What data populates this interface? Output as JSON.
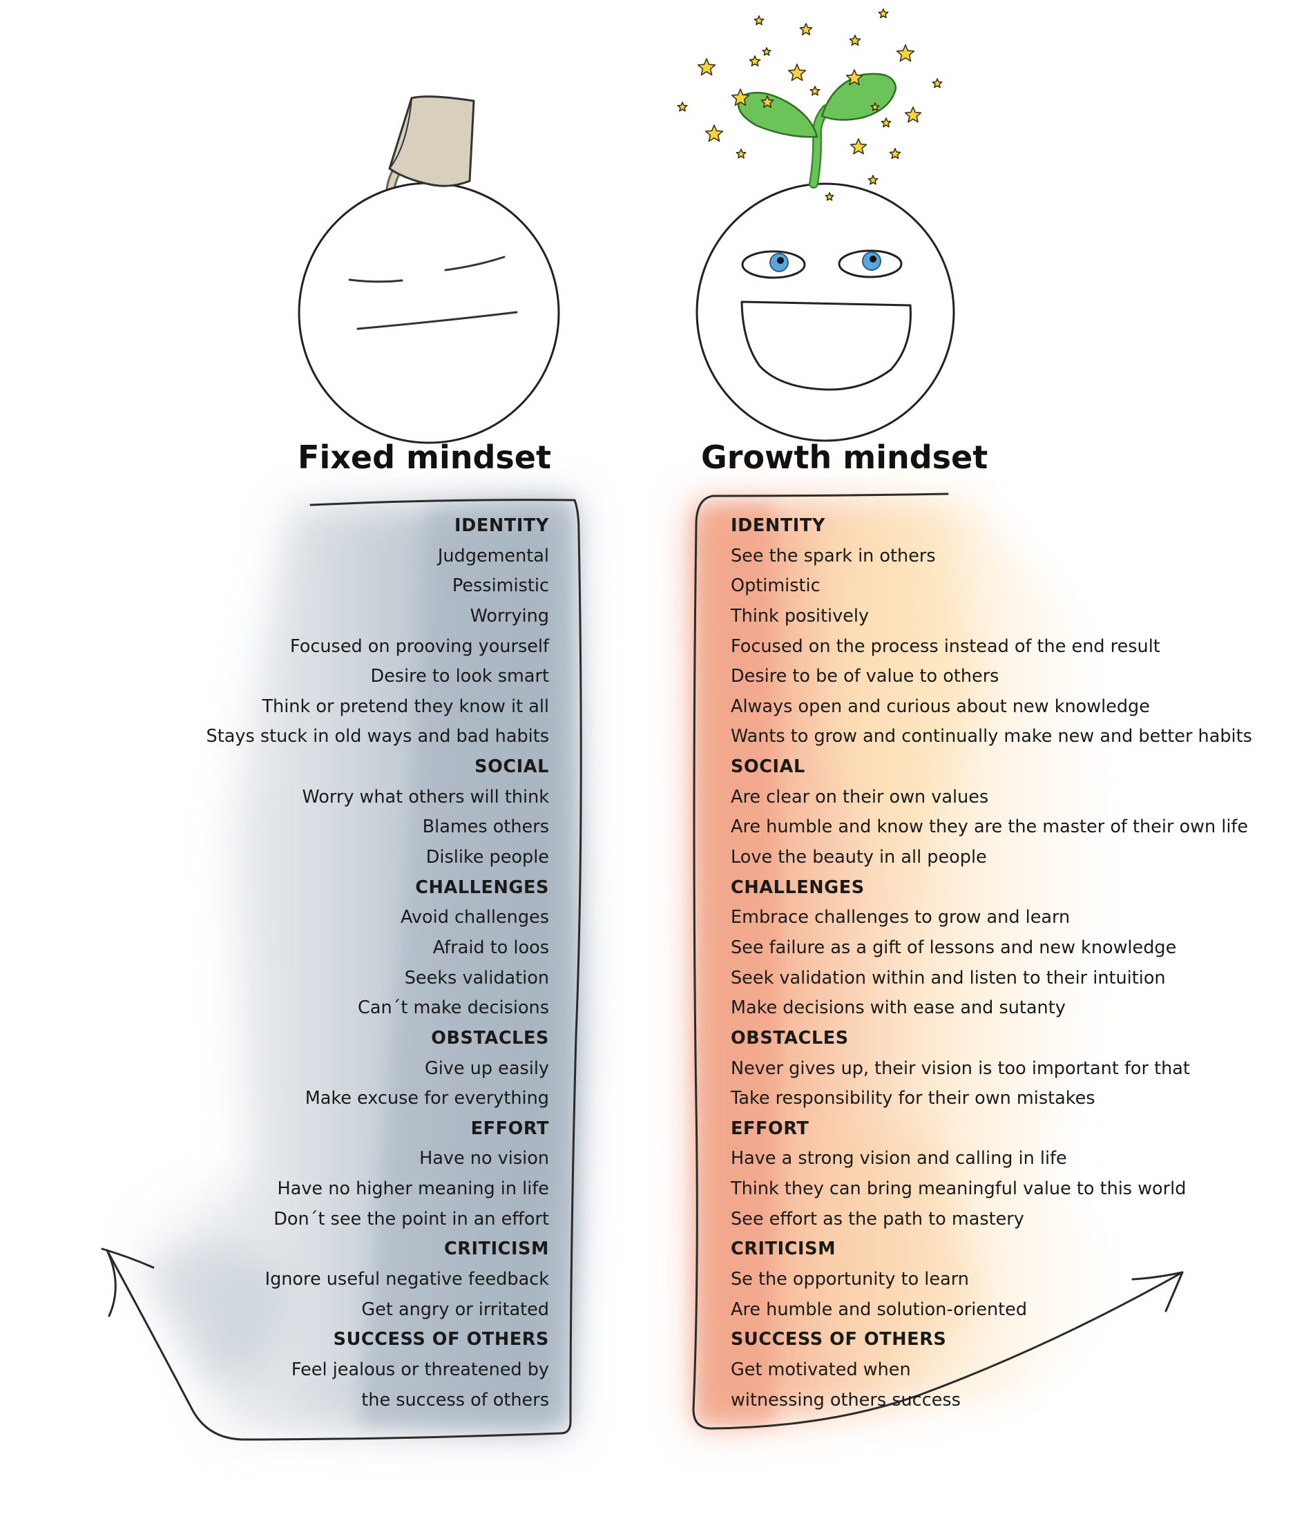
{
  "fixed": {
    "title": "Fixed mindset",
    "lines": [
      {
        "text": "IDENTITY",
        "heading": true
      },
      {
        "text": "Judgemental"
      },
      {
        "text": "Pessimistic"
      },
      {
        "text": "Worrying"
      },
      {
        "text": "Focused on prooving yourself"
      },
      {
        "text": "Desire to look smart"
      },
      {
        "text": "Think or pretend they know it all"
      },
      {
        "text": "Stays stuck in old ways and bad habits"
      },
      {
        "text": "SOCIAL",
        "heading": true
      },
      {
        "text": "Worry what others will think"
      },
      {
        "text": "Blames others"
      },
      {
        "text": "Dislike people"
      },
      {
        "text": "CHALLENGES",
        "heading": true
      },
      {
        "text": "Avoid challenges"
      },
      {
        "text": "Afraid to loos"
      },
      {
        "text": "Seeks validation"
      },
      {
        "text": "Can´t make decisions"
      },
      {
        "text": "OBSTACLES",
        "heading": true
      },
      {
        "text": "Give up easily"
      },
      {
        "text": "Make excuse for everything"
      },
      {
        "text": "EFFORT",
        "heading": true
      },
      {
        "text": "Have no vision"
      },
      {
        "text": "Have no higher meaning in life"
      },
      {
        "text": "Don´t see the point in an effort"
      },
      {
        "text": "CRITICISM",
        "heading": true
      },
      {
        "text": "Ignore useful negative feedback"
      },
      {
        "text": "Get angry or irritated"
      },
      {
        "text": "SUCCESS OF OTHERS",
        "heading": true
      },
      {
        "text": "Feel jealous or threatened by"
      },
      {
        "text": "the success of others"
      }
    ]
  },
  "growth": {
    "title": "Growth mindset",
    "lines": [
      {
        "text": "IDENTITY",
        "heading": true
      },
      {
        "text": "See the spark in others"
      },
      {
        "text": "Optimistic"
      },
      {
        "text": "Think positively"
      },
      {
        "text": "Focused on the process instead of the end result"
      },
      {
        "text": "Desire to be of value to others"
      },
      {
        "text": "Always open and curious about new knowledge"
      },
      {
        "text": "Wants to grow and continually make new and better habits"
      },
      {
        "text": "SOCIAL",
        "heading": true
      },
      {
        "text": "Are clear on their own values"
      },
      {
        "text": "Are humble and know they are the master of their own life"
      },
      {
        "text": "Love the beauty in all people"
      },
      {
        "text": "CHALLENGES",
        "heading": true
      },
      {
        "text": "Embrace challenges to grow and learn"
      },
      {
        "text": "See failure as a gift of lessons and new knowledge"
      },
      {
        "text": "Seek validation within and listen to their intuition"
      },
      {
        "text": "Make decisions with ease and sutanty"
      },
      {
        "text": "OBSTACLES",
        "heading": true
      },
      {
        "text": "Never gives up, their vision is too important for that"
      },
      {
        "text": "Take responsibility for their own mistakes"
      },
      {
        "text": "EFFORT",
        "heading": true
      },
      {
        "text": "Have a strong vision and calling in life"
      },
      {
        "text": "Think they can bring meaningful value to this world"
      },
      {
        "text": "See effort as the path to mastery"
      },
      {
        "text": "CRITICISM",
        "heading": true
      },
      {
        "text": "Se the opportunity to learn"
      },
      {
        "text": "Are humble and solution-oriented"
      },
      {
        "text": "SUCCESS OF OTHERS",
        "heading": true
      },
      {
        "text": "Get motivated when"
      },
      {
        "text": "witnessing others success"
      }
    ]
  },
  "colors": {
    "fixed_wash": "#a9b6c2",
    "growth_wash": "#f2a98a",
    "growth_glow": "#fde6bf",
    "sprout": "#6cc35a",
    "star": "#f7d43a",
    "iris": "#5aa5dc",
    "bucket": "#d8cfbd"
  }
}
